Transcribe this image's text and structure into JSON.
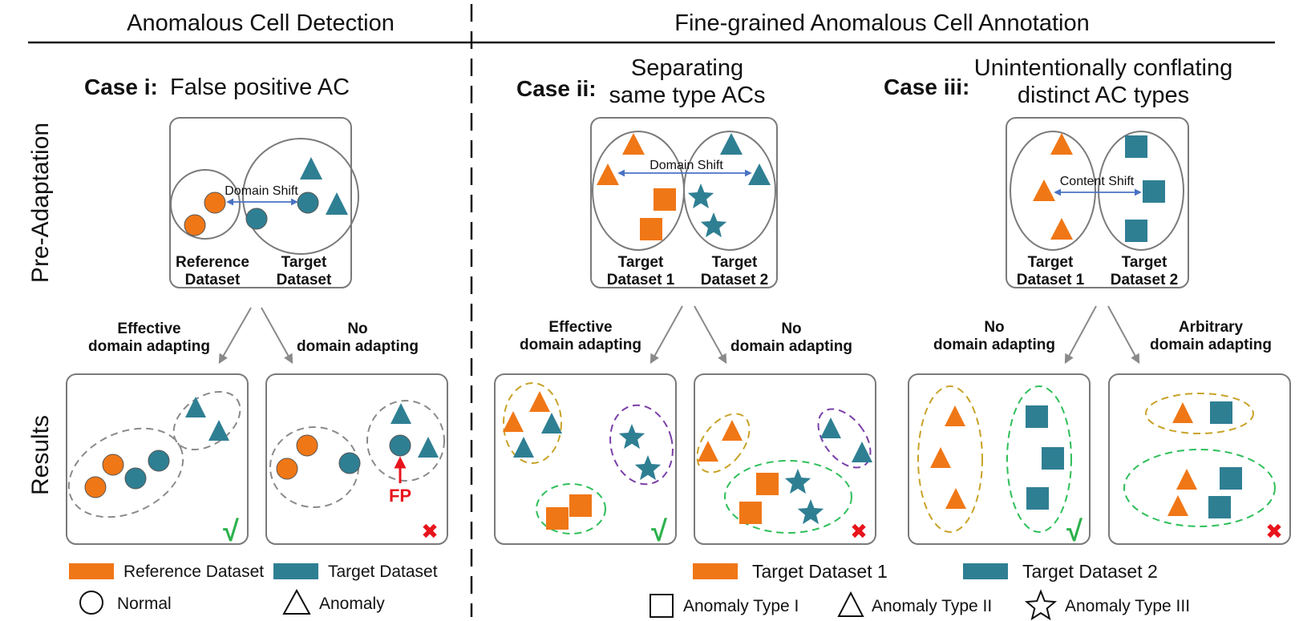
{
  "headers": {
    "left": "Anomalous Cell Detection",
    "right": "Fine-grained Anomalous Cell Annotation"
  },
  "row_labels": {
    "top": "Pre-Adaptation",
    "bottom": "Results"
  },
  "colors": {
    "reference": "#f07716",
    "target": "#2f7f93",
    "arrow_blue": "#4a72c4",
    "box_border": "#7a7a7a",
    "check": "#2bb24c",
    "cross": "#e8141c",
    "ellipse_gold": "#c9a227",
    "ellipse_purple": "#7a3fa8",
    "ellipse_green": "#2fbf5a",
    "ellipse_gray": "#8a8a8a"
  },
  "cases": {
    "i": {
      "label": "Case i:",
      "title": "False positive AC",
      "shift": "Domain Shift",
      "dataset_a": [
        "Reference",
        "Dataset"
      ],
      "dataset_b": [
        "Target",
        "Dataset"
      ],
      "branch_left": [
        "Effective",
        "domain adapting"
      ],
      "branch_right": [
        "No",
        "domain adapting"
      ],
      "fp": "FP"
    },
    "ii": {
      "label": "Case ii:",
      "title": [
        "Separating",
        "same type ACs"
      ],
      "shift": "Domain Shift",
      "dataset_a": [
        "Target",
        "Dataset 1"
      ],
      "dataset_b": [
        "Target",
        "Dataset 2"
      ],
      "branch_left": [
        "Effective",
        "domain adapting"
      ],
      "branch_right": [
        "No",
        "domain adapting"
      ]
    },
    "iii": {
      "label": "Case iii:",
      "title": [
        "Unintentionally conflating",
        "distinct AC types"
      ],
      "shift": "Content Shift",
      "dataset_a": [
        "Target",
        "Dataset 1"
      ],
      "dataset_b": [
        "Target",
        "Dataset 2"
      ],
      "branch_left": [
        "No",
        "domain adapting"
      ],
      "branch_right": [
        "Arbitrary",
        "domain adapting"
      ]
    }
  },
  "results": {
    "check_glyph": "√",
    "cross_glyph": "✖"
  },
  "legend": {
    "left": {
      "reference": "Reference Dataset",
      "target": "Target Dataset",
      "normal": "Normal",
      "anomaly": "Anomaly"
    },
    "right": {
      "target1": "Target Dataset 1",
      "target2": "Target Dataset 2",
      "type1": "Anomaly Type I",
      "type2": "Anomaly Type II",
      "type3": "Anomaly Type III"
    }
  }
}
